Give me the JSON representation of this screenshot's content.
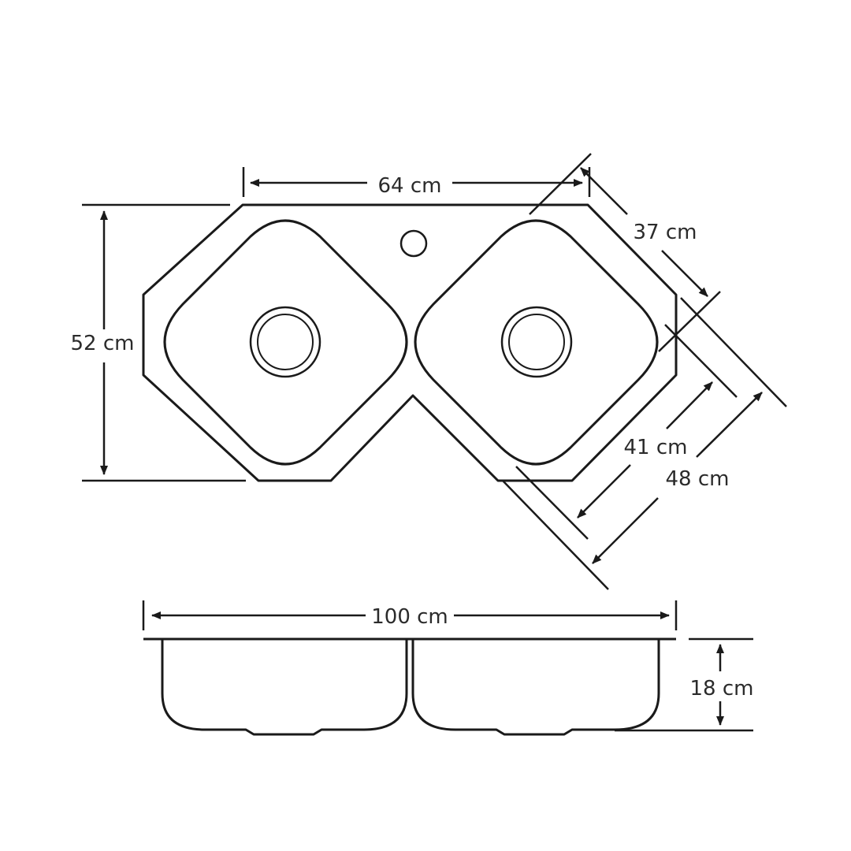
{
  "dimensions": {
    "top_width": "64 cm",
    "diagonal_width": "37 cm",
    "overall_height": "52 cm",
    "bowl_length": "41 cm",
    "outer_length": "48 cm",
    "total_width": "100 cm",
    "depth": "18 cm"
  },
  "colors": {
    "stroke": "#1a1a1a",
    "text": "#2b2b2b",
    "background": "#ffffff"
  }
}
